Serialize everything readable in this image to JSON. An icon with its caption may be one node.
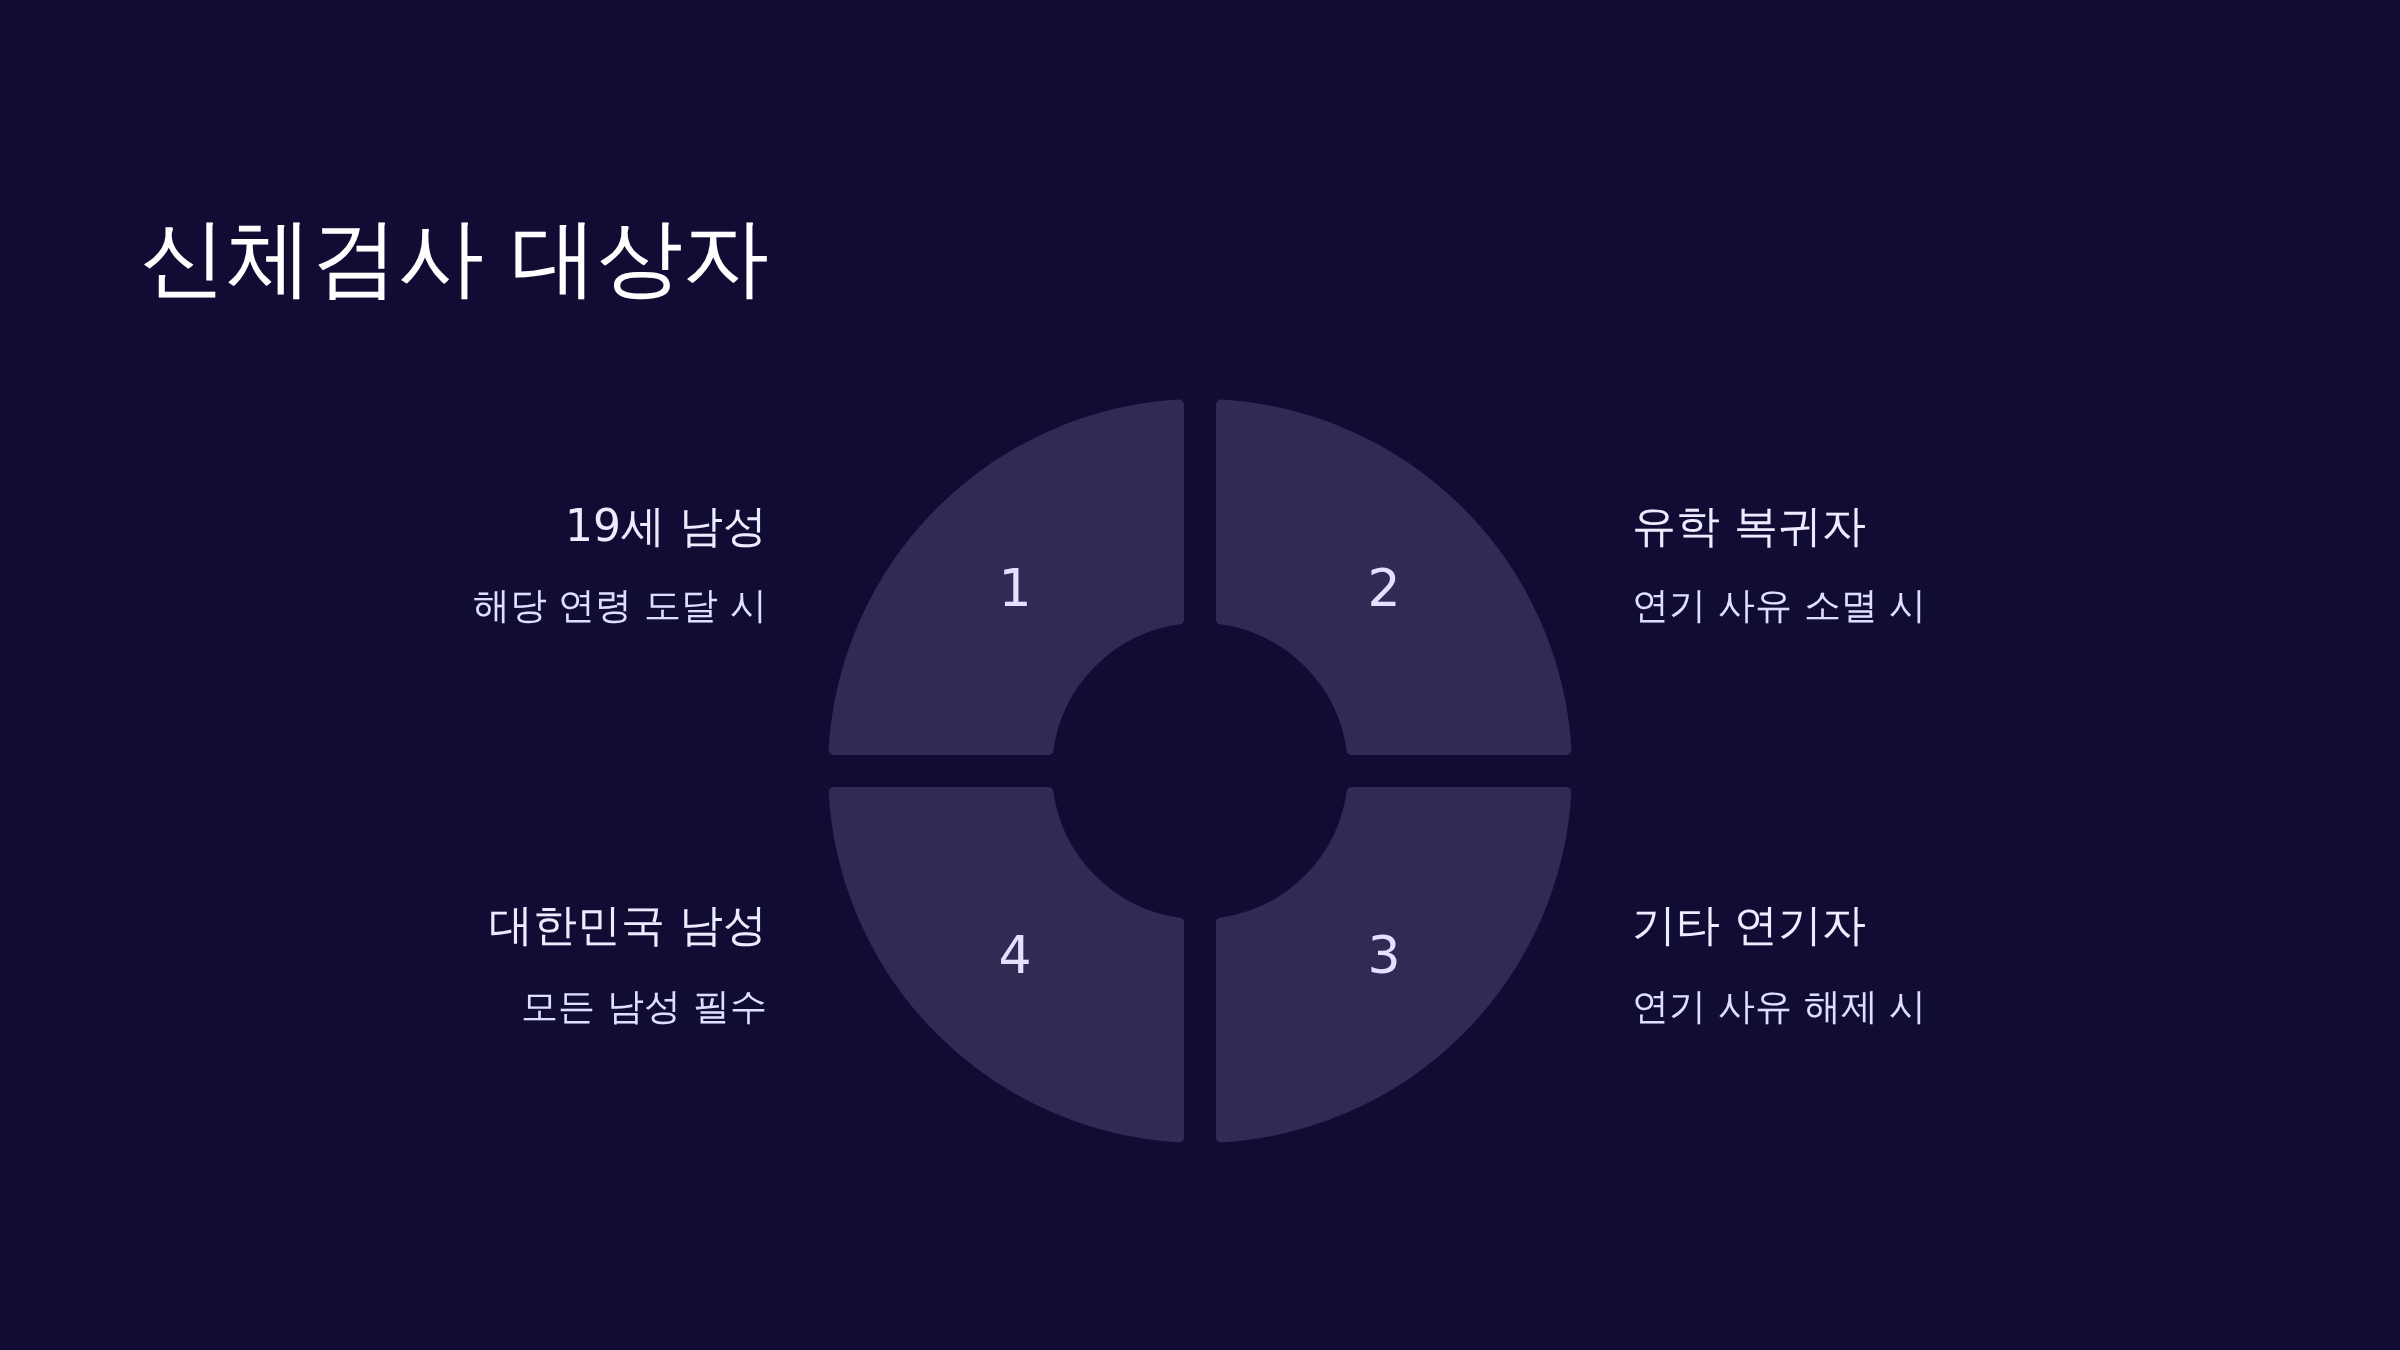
{
  "diagram": {
    "title": "신체검사 대상자",
    "nodes": [
      {
        "text": [
          "1"
        ],
        "beside": [
          "19세 남성",
          "해당 연령 도달 시"
        ]
      },
      {
        "text": [
          "2"
        ],
        "beside": [
          "유학 복귀자",
          "연기 사유 소멸 시"
        ]
      },
      {
        "text": [
          "3"
        ],
        "beside": [
          "기타 연기자",
          "연기 사유 해제 시"
        ]
      },
      {
        "text": [
          "4"
        ],
        "beside": [
          "대한민국 남성",
          "모든 남성 필수"
        ]
      }
    ]
  }
}
